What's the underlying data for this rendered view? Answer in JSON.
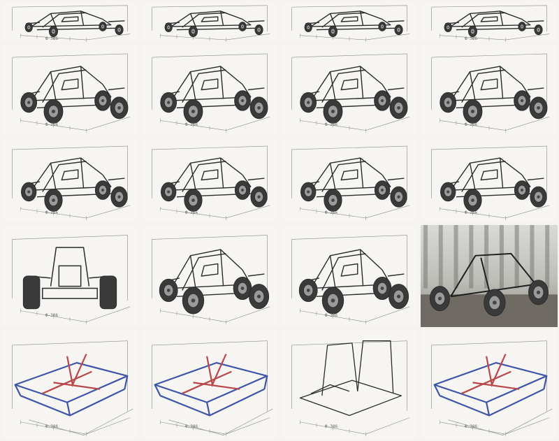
{
  "sheet": {
    "layout": "5 rows x 4 columns of buggy / frame sketches",
    "ink_color": "#2b2b2b",
    "accent_red": "#b8474a",
    "accent_blue": "#3f55a8"
  },
  "panels": [
    {
      "name": "cell-r1-c1",
      "kind": "buggy",
      "label": "Ф-386"
    },
    {
      "name": "cell-r1-c2",
      "kind": "buggy",
      "label": ""
    },
    {
      "name": "cell-r1-c3",
      "kind": "buggy",
      "label": ""
    },
    {
      "name": "cell-r1-c4",
      "kind": "buggy",
      "label": "Ф-386"
    },
    {
      "name": "cell-r2-c1",
      "kind": "buggy",
      "label": "Ф-386"
    },
    {
      "name": "cell-r2-c2",
      "kind": "buggy",
      "label": "Ф-386"
    },
    {
      "name": "cell-r2-c3",
      "kind": "buggy",
      "label": "Ф-386"
    },
    {
      "name": "cell-r2-c4",
      "kind": "buggy",
      "label": "Ф-386"
    },
    {
      "name": "cell-r3-c1",
      "kind": "buggy",
      "label": "Ф-386"
    },
    {
      "name": "cell-r3-c2",
      "kind": "buggy",
      "label": "Ф-386"
    },
    {
      "name": "cell-r3-c3",
      "kind": "buggy",
      "label": "Ф-386"
    },
    {
      "name": "cell-r3-c4",
      "kind": "buggy",
      "label": "Ф-386"
    },
    {
      "name": "cell-r4-c1",
      "kind": "front",
      "label": "Ф-386"
    },
    {
      "name": "cell-r4-c2",
      "kind": "buggy",
      "label": ""
    },
    {
      "name": "cell-r4-c3",
      "kind": "buggy",
      "label": "Ф-386"
    },
    {
      "name": "cell-r4-c4",
      "kind": "photo",
      "label": ""
    },
    {
      "name": "cell-r5-c1",
      "kind": "frame",
      "label": "Ф-386"
    },
    {
      "name": "cell-r5-c2",
      "kind": "frame",
      "label": "Ф-386"
    },
    {
      "name": "cell-r5-c3",
      "kind": "tub",
      "label": "Ф-386"
    },
    {
      "name": "cell-r5-c4",
      "kind": "frame",
      "label": "Ф-386"
    }
  ]
}
